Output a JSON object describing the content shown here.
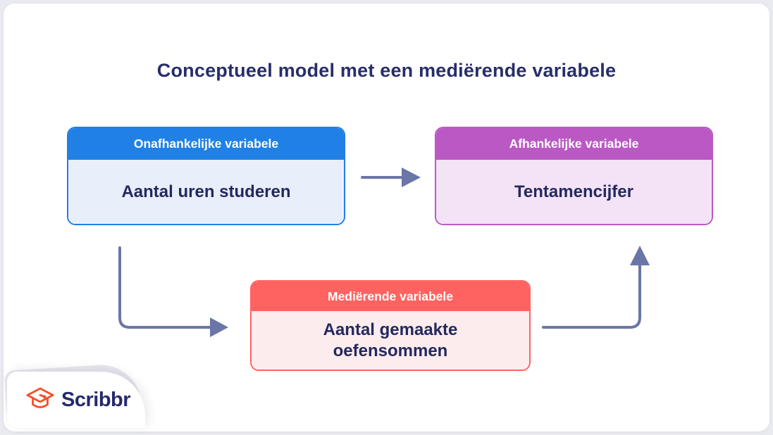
{
  "title": "Conceptueel model met een mediërende variabele",
  "boxes": {
    "independent": {
      "label": "Onafhankelijke variabele",
      "value": "Aantal uren studeren"
    },
    "dependent": {
      "label": "Afhankelijke variabele",
      "value": "Tentamencijfer"
    },
    "mediator": {
      "label": "Mediërende variabele",
      "value": "Aantal gemaakte oefensommen"
    }
  },
  "edges": [
    {
      "from": "independent",
      "to": "dependent",
      "shape": "straight-right"
    },
    {
      "from": "independent",
      "to": "mediator",
      "shape": "down-then-right"
    },
    {
      "from": "mediator",
      "to": "dependent",
      "shape": "right-then-up"
    }
  ],
  "logo": {
    "text": "Scribbr"
  },
  "colors": {
    "page_bg": "#eaeaf1",
    "card_bg": "#ffffff",
    "title_text": "#272e6b",
    "value_text": "#23295f",
    "independent_header": "#2080e5",
    "independent_body": "#e9effa",
    "dependent_header": "#ba59c4",
    "dependent_body": "#f4e3f6",
    "mediator_header": "#ff6361",
    "mediator_body": "#fdeced",
    "arrow": "#6a76a8",
    "logo_icon": "#f4502a",
    "logo_text": "#252a6b"
  }
}
